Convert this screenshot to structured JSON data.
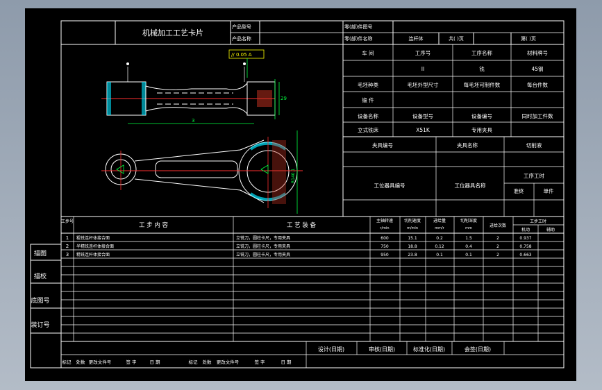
{
  "card": {
    "title": "机械加工工艺卡片",
    "product_model": "产品型号",
    "product_name": "产品名称",
    "part_drawing_no": "零(部)件图号",
    "part_name": "零(部)件名称",
    "part_name_value": "连杆体",
    "total_pages": "共( )页",
    "page_no": "第( )页"
  },
  "info_rows": [
    [
      "车 间",
      "工序号",
      "工序名称",
      "材料牌号"
    ],
    [
      "",
      "II",
      "铣",
      "45钢"
    ],
    [
      "毛坯种类",
      "毛坯外型尺寸",
      "每毛坯可制件数",
      "每台件数"
    ],
    [
      "锻 件",
      "",
      "",
      ""
    ],
    [
      "设备名称",
      "设备型号",
      "设备编号",
      "同时加工件数"
    ],
    [
      "立式铣床",
      "X51K",
      "专用夹具",
      ""
    ]
  ],
  "fixture": {
    "fixture_no": "夹具编号",
    "fixture_name": "夹具名称",
    "coolant": "切削液",
    "station_tool_no": "工位器具编号",
    "station_tool_name": "工位器具名称",
    "process_time": "工序工时",
    "prep": "准终",
    "unit": "单件"
  },
  "step_header": {
    "step_no": "工步号",
    "content": "工 步 内 容",
    "equipment": "工 艺 装 备",
    "spindle": "主轴转速",
    "spindle_unit": "r/min",
    "cut_speed": "切削速度",
    "cut_speed_unit": "m/min",
    "feed": "进给量",
    "feed_unit": "mm/r",
    "depth": "切削深度",
    "depth_unit": "mm",
    "passes": "进给次数",
    "hours": "工步工时",
    "machine": "机动",
    "aux": "辅助"
  },
  "steps": [
    {
      "no": "1",
      "content": "粗铣连杆体接合面",
      "equip": "立铣刀，圆柱卡尺，专用夹具",
      "rpm": "600",
      "speed": "15.1",
      "feed": "0.2",
      "depth": "1.5",
      "passes": "2",
      "machine": "0.937"
    },
    {
      "no": "2",
      "content": "半精铣连杆体接合面",
      "equip": "立铣刀，圆柱卡尺，专用夹具",
      "rpm": "750",
      "speed": "18.8",
      "feed": "0.12",
      "depth": "0.4",
      "passes": "2",
      "machine": "0.758"
    },
    {
      "no": "3",
      "content": "精铣连杆体接合面",
      "equip": "立铣刀，圆柱卡尺，专用夹具",
      "rpm": "950",
      "speed": "23.8",
      "feed": "0.1",
      "depth": "0.1",
      "passes": "2",
      "machine": "0.663"
    }
  ],
  "side": {
    "trace": "描图",
    "check": "描校",
    "base_no": "底图号",
    "binding_no": "装订号"
  },
  "sign": {
    "design": "设计(日期)",
    "review": "审核(日期)",
    "standard": "标准化(日期)",
    "approve": "会签(日期)"
  },
  "revision": [
    "标记",
    "处数",
    "更改文件号",
    "签 字",
    "日 期",
    "标记",
    "处数",
    "更改文件号",
    "签 字",
    "日 期"
  ],
  "drawing": {
    "dim_len": "3",
    "dim_h": "29",
    "dim_r": "R140.1",
    "tol": "// 0.05 A",
    "datum": "A"
  },
  "colors": {
    "line": "#ffffff",
    "red": "#ff3030",
    "cyan": "#00e5ff",
    "green": "#00ff40",
    "yellow": "#ffff00"
  }
}
